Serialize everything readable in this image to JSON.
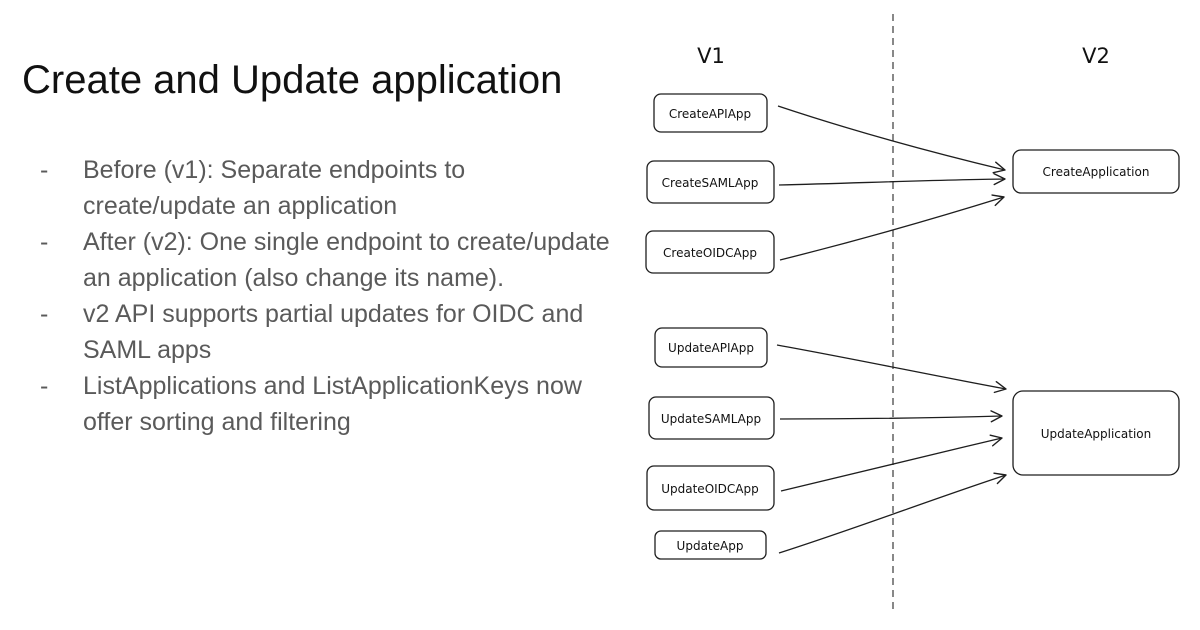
{
  "slide": {
    "title": "Create and Update application",
    "bullets": [
      "Before (v1): Separate endpoints to create/update an application",
      "After (v2): One single endpoint to create/update an application (also change its name).",
      "v2 API supports partial updates for OIDC and SAML apps",
      "ListApplications and ListApplicationKeys now offer sorting and filtering"
    ],
    "bullet_marker": "-"
  },
  "diagram": {
    "left_header": "V1",
    "right_header": "V2",
    "v1_create": [
      "CreateAPIApp",
      "CreateSAMLApp",
      "CreateOIDCApp"
    ],
    "v1_update": [
      "UpdateAPIApp",
      "UpdateSAMLApp",
      "UpdateOIDCApp",
      "UpdateApp"
    ],
    "v2_create": "CreateApplication",
    "v2_update": "UpdateApplication",
    "colors": {
      "stroke": "#1e1e1e",
      "divider": "#555555",
      "text": "#111111",
      "bullet_text": "#5a5a5a"
    }
  }
}
